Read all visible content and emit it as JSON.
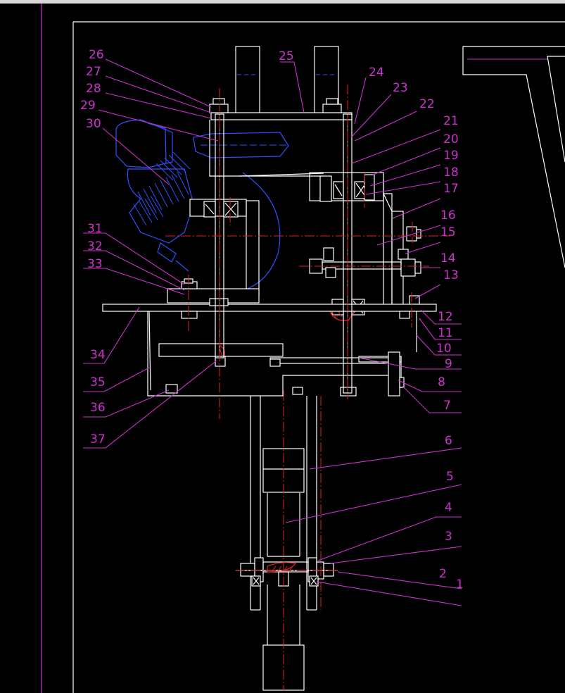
{
  "colors": {
    "background": "#000000",
    "frame": "#ffffff",
    "leader": "#cc33cc",
    "centerline": "#e02020",
    "hidden_part": "#3050ff"
  },
  "callouts": [
    "1",
    "2",
    "3",
    "4",
    "5",
    "6",
    "7",
    "8",
    "9",
    "10",
    "11",
    "12",
    "13",
    "14",
    "15",
    "16",
    "17",
    "18",
    "19",
    "20",
    "21",
    "22",
    "23",
    "24",
    "25",
    "26",
    "27",
    "28",
    "29",
    "30",
    "31",
    "32",
    "33",
    "34",
    "35",
    "36",
    "37"
  ]
}
